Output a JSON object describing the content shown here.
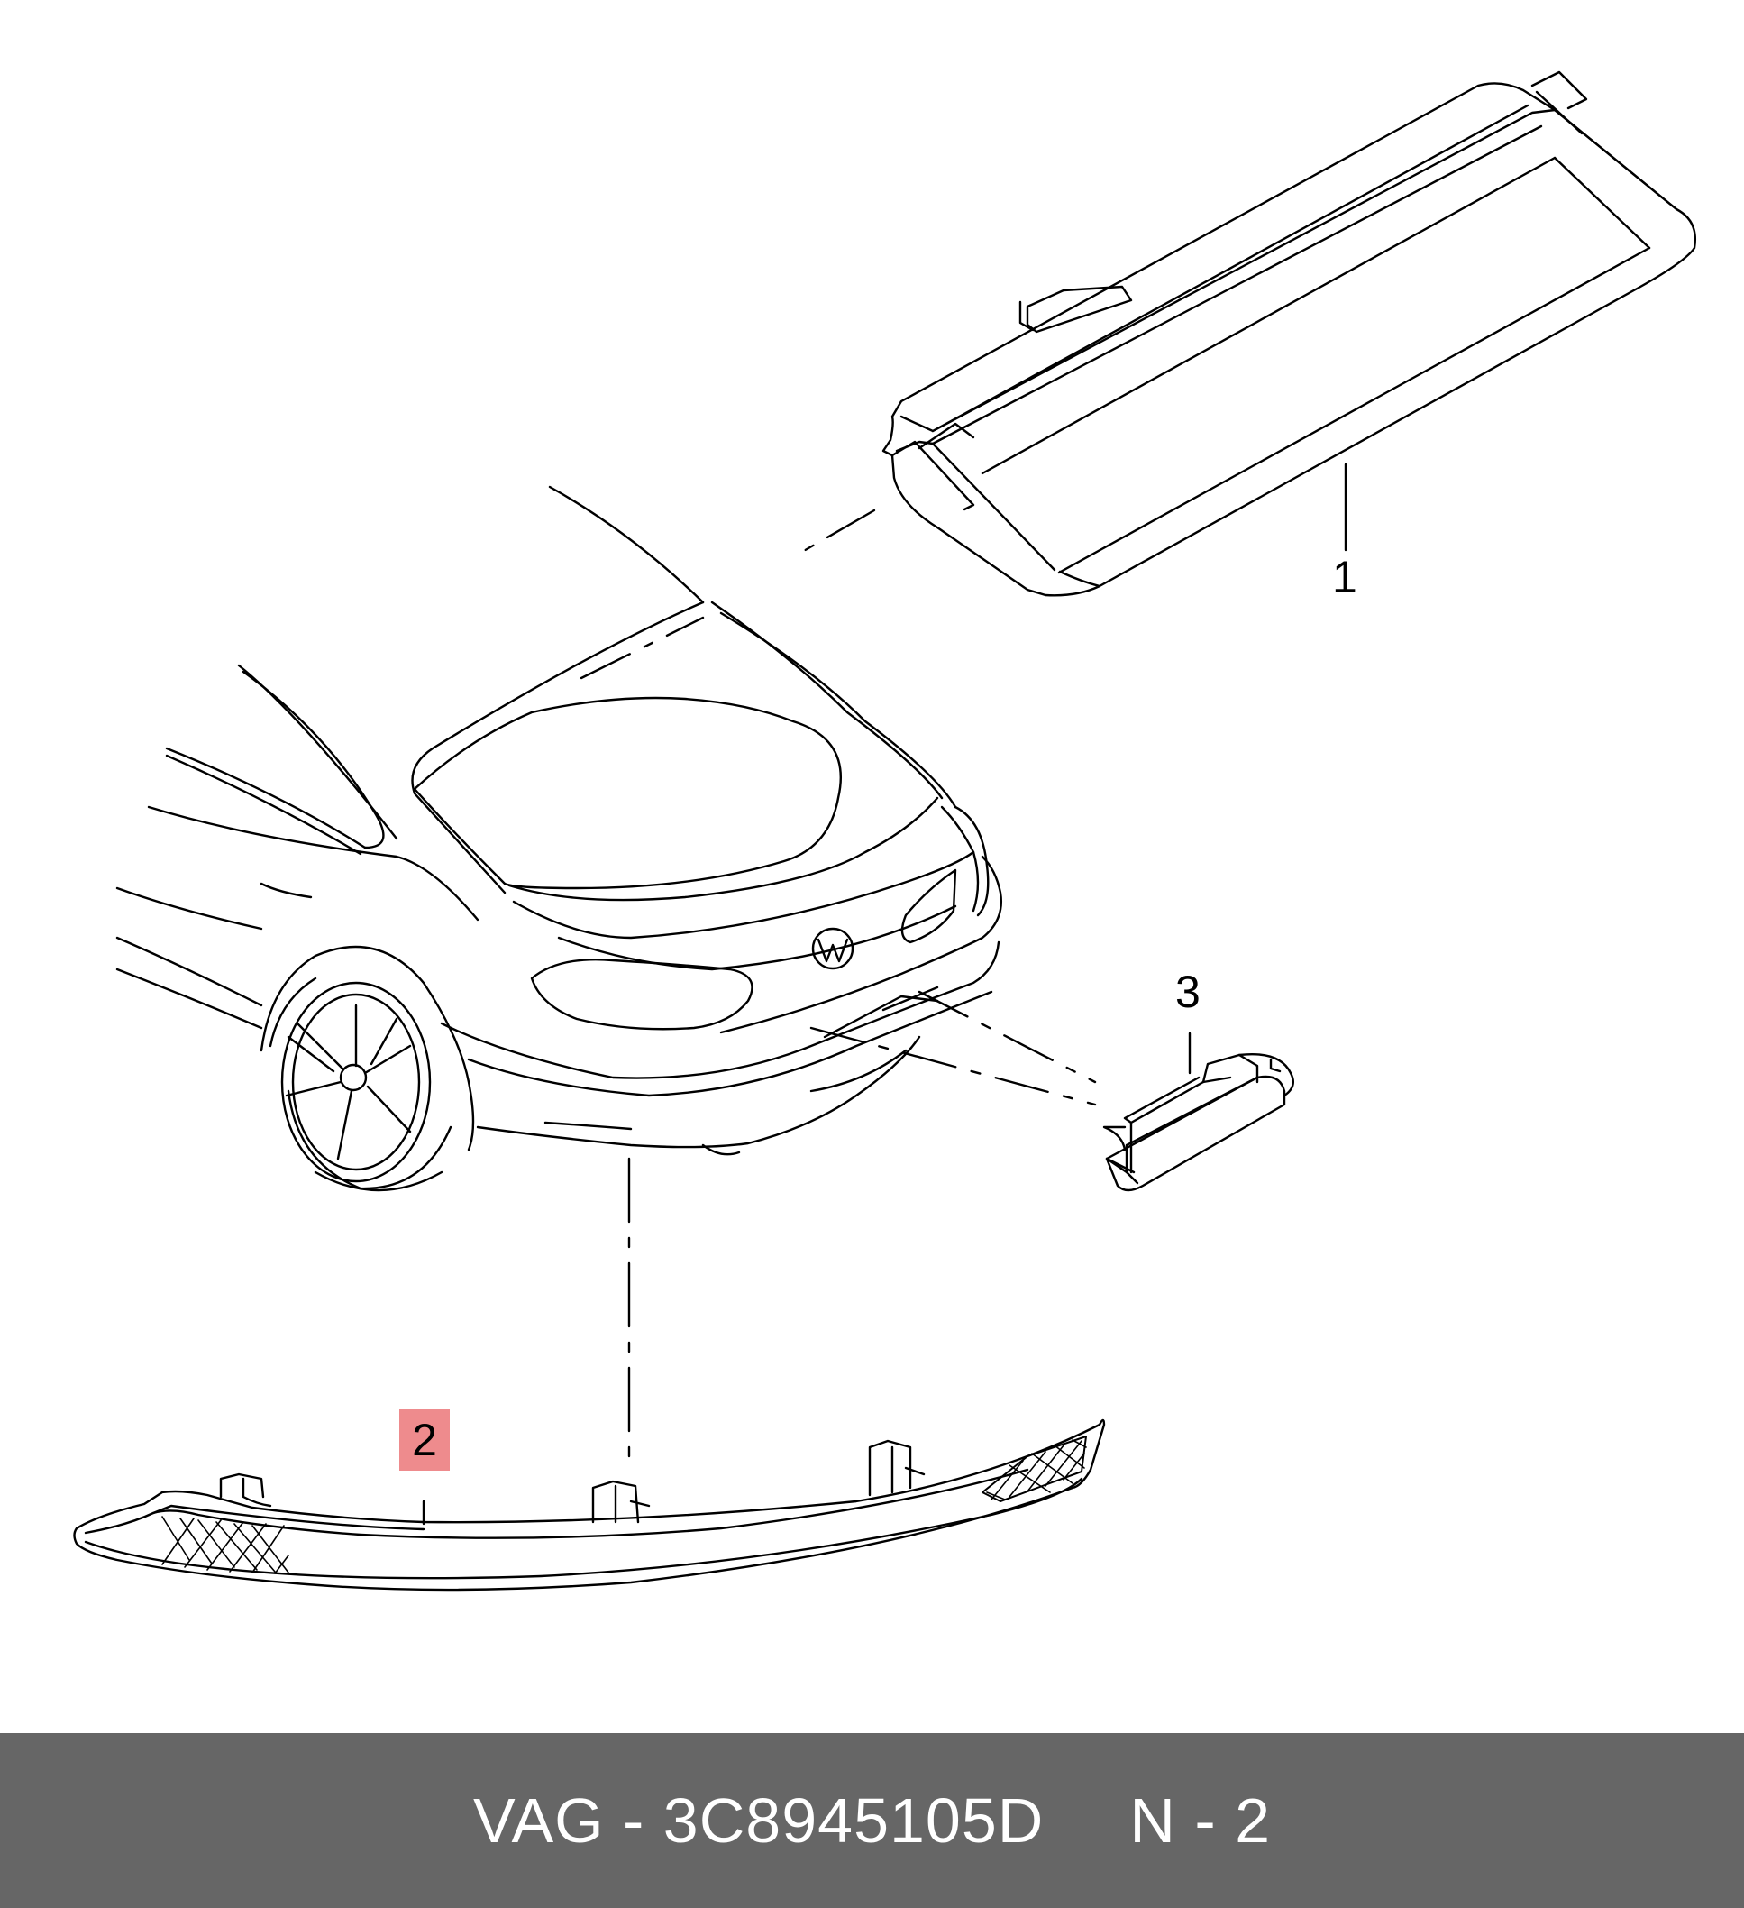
{
  "callouts": {
    "part_1": "1",
    "part_2": "2",
    "part_3": "3"
  },
  "footer": {
    "part_number": "VAG - 3C8945105D",
    "position_label": "N - 2"
  },
  "colors": {
    "highlight": "#ee8b8d",
    "footer_background": "#666666",
    "footer_text": "#ffffff",
    "line": "#000000"
  }
}
